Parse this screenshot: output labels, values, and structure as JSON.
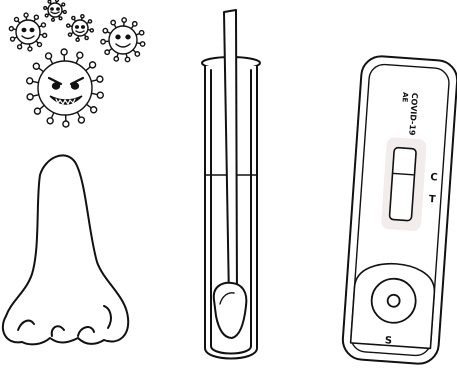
{
  "colors": {
    "ink": "#111111",
    "paper": "#ffffff",
    "window_tint": "#f3eced",
    "virus_face": "#1a1a1a"
  },
  "icons": {
    "viruses": "coronavirus-cartoon-icon",
    "swab_tube": "test-tube-with-swab-icon",
    "nose": "nose-outline-icon",
    "test_cassette": "rapid-test-cassette-icon"
  },
  "test_cassette": {
    "title_line_1": "COVID-19",
    "title_line_2": "AE",
    "control_label": "C",
    "test_label": "T",
    "sample_label": "S"
  }
}
